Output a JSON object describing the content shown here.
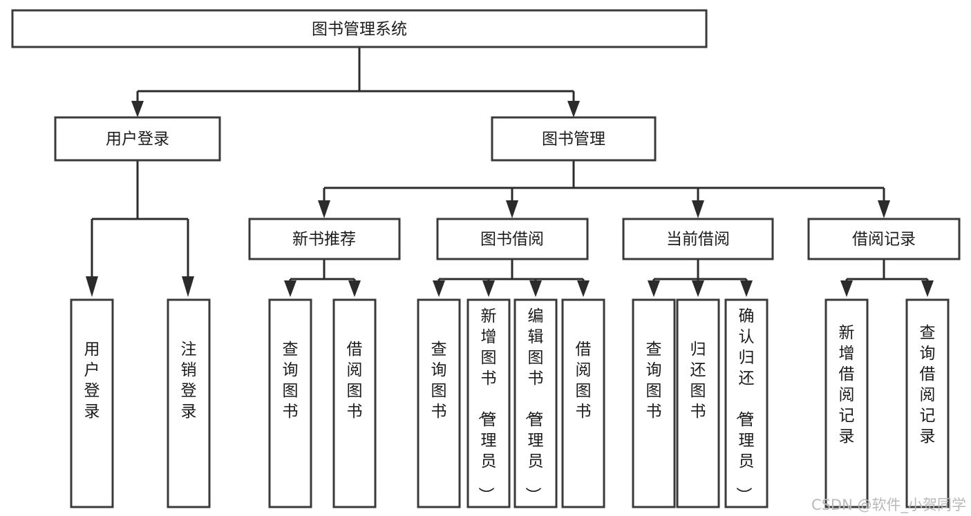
{
  "diagram": {
    "title": "图书管理系统",
    "type": "tree-hierarchy",
    "watermark": "CSDN @软件_小贺同学",
    "colors": {
      "box_stroke": "#3a3a3a",
      "connector": "#2b2b2b",
      "box_fill": "#ffffff",
      "label": "#1b1b1b",
      "watermark": "#b9b9b9",
      "background": "#ffffff"
    },
    "nodes": {
      "root": {
        "id": "root",
        "label": "图书管理系统",
        "level": 0,
        "orientation": "horizontal"
      },
      "l1_user_login": {
        "id": "l1_user_login",
        "label": "用户登录",
        "level": 1,
        "orientation": "horizontal"
      },
      "l1_book_manage": {
        "id": "l1_book_manage",
        "label": "图书管理",
        "level": 1,
        "orientation": "horizontal"
      },
      "l2_new_book_rec": {
        "id": "l2_new_book_rec",
        "label": "新书推荐",
        "level": 2,
        "orientation": "horizontal"
      },
      "l2_book_borrow": {
        "id": "l2_book_borrow",
        "label": "图书借阅",
        "level": 2,
        "orientation": "horizontal"
      },
      "l2_current_borrow": {
        "id": "l2_current_borrow",
        "label": "当前借阅",
        "level": 2,
        "orientation": "horizontal"
      },
      "l2_borrow_record": {
        "id": "l2_borrow_record",
        "label": "借阅记录",
        "level": 2,
        "orientation": "horizontal"
      },
      "l3_user_login": {
        "id": "l3_user_login",
        "label": "用户登录",
        "level": 3,
        "orientation": "vertical"
      },
      "l3_logout": {
        "id": "l3_logout",
        "label": "注销登录",
        "level": 3,
        "orientation": "vertical"
      },
      "l3_query_book_a": {
        "id": "l3_query_book_a",
        "label": "查询图书",
        "level": 3,
        "orientation": "vertical"
      },
      "l3_borrow_book_a": {
        "id": "l3_borrow_book_a",
        "label": "借阅图书",
        "level": 3,
        "orientation": "vertical"
      },
      "l3_query_book_b": {
        "id": "l3_query_book_b",
        "label": "查询图书",
        "level": 3,
        "orientation": "vertical"
      },
      "l3_add_book": {
        "id": "l3_add_book",
        "label": "新增图书（管理员）",
        "level": 3,
        "orientation": "vertical"
      },
      "l3_edit_book": {
        "id": "l3_edit_book",
        "label": "编辑图书（管理员）",
        "level": 3,
        "orientation": "vertical"
      },
      "l3_borrow_book_b": {
        "id": "l3_borrow_book_b",
        "label": "借阅图书",
        "level": 3,
        "orientation": "vertical"
      },
      "l3_query_book_c": {
        "id": "l3_query_book_c",
        "label": "查询图书",
        "level": 3,
        "orientation": "vertical"
      },
      "l3_return_book": {
        "id": "l3_return_book",
        "label": "归还图书",
        "level": 3,
        "orientation": "vertical"
      },
      "l3_confirm_return": {
        "id": "l3_confirm_return",
        "label": "确认归还（管理员）",
        "level": 3,
        "orientation": "vertical"
      },
      "l3_add_record": {
        "id": "l3_add_record",
        "label": "新增借阅记录",
        "level": 3,
        "orientation": "vertical"
      },
      "l3_query_record": {
        "id": "l3_query_record",
        "label": "查询借阅记录",
        "level": 3,
        "orientation": "vertical"
      }
    },
    "edges": [
      {
        "from": "root",
        "to": "l1_user_login"
      },
      {
        "from": "root",
        "to": "l1_book_manage"
      },
      {
        "from": "l1_user_login",
        "to": "l3_user_login"
      },
      {
        "from": "l1_user_login",
        "to": "l3_logout"
      },
      {
        "from": "l1_book_manage",
        "to": "l2_new_book_rec"
      },
      {
        "from": "l1_book_manage",
        "to": "l2_book_borrow"
      },
      {
        "from": "l1_book_manage",
        "to": "l2_current_borrow"
      },
      {
        "from": "l1_book_manage",
        "to": "l2_borrow_record"
      },
      {
        "from": "l2_new_book_rec",
        "to": "l3_query_book_a"
      },
      {
        "from": "l2_new_book_rec",
        "to": "l3_borrow_book_a"
      },
      {
        "from": "l2_book_borrow",
        "to": "l3_query_book_b"
      },
      {
        "from": "l2_book_borrow",
        "to": "l3_add_book"
      },
      {
        "from": "l2_book_borrow",
        "to": "l3_edit_book"
      },
      {
        "from": "l2_book_borrow",
        "to": "l3_borrow_book_b"
      },
      {
        "from": "l2_current_borrow",
        "to": "l3_query_book_c"
      },
      {
        "from": "l2_current_borrow",
        "to": "l3_return_book"
      },
      {
        "from": "l2_current_borrow",
        "to": "l3_confirm_return"
      },
      {
        "from": "l2_borrow_record",
        "to": "l3_add_record"
      },
      {
        "from": "l2_borrow_record",
        "to": "l3_query_record"
      }
    ]
  }
}
